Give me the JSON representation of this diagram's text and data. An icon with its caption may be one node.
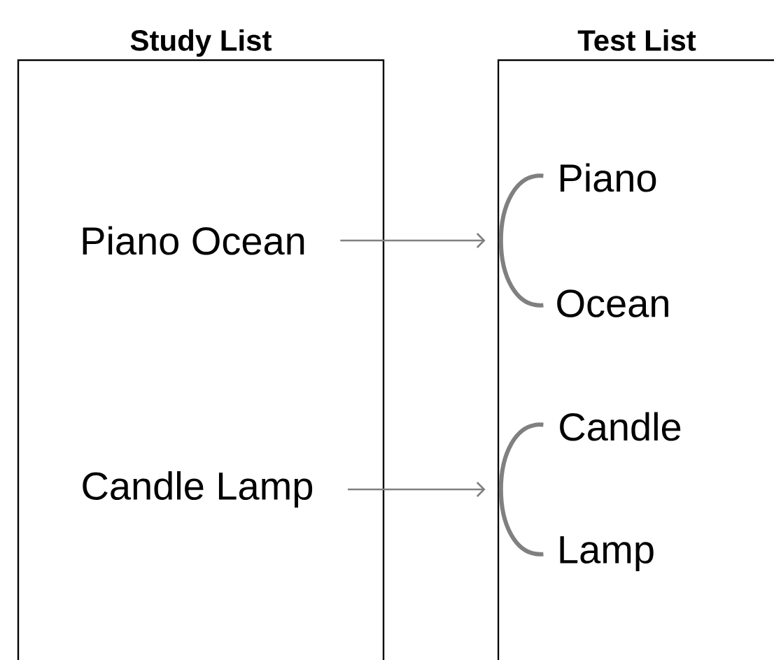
{
  "diagram": {
    "nodes": [
      {
        "text": [
          "Study List"
        ]
      },
      {
        "text": [
          "Piano Ocean"
        ],
        "in": 0
      },
      {
        "text": [
          "Candle Lamp"
        ],
        "in": 0
      },
      {
        "text": [
          "Test List"
        ]
      },
      {
        "text": [],
        "shape": "bracket",
        "in": 3
      },
      {
        "text": [
          "Piano"
        ],
        "in": 3
      },
      {
        "text": [
          "Ocean"
        ],
        "in": 3
      },
      {
        "text": [],
        "shape": "bracket",
        "in": 3
      },
      {
        "text": [
          "Candle"
        ],
        "in": 3
      },
      {
        "text": [
          "Lamp"
        ],
        "in": 3
      }
    ],
    "edges": [
      {
        "from": 1,
        "to": 4,
        "arrow": "to",
        "color": "#808080"
      },
      {
        "from": 2,
        "to": 7,
        "arrow": "to",
        "color": "#808080"
      }
    ]
  }
}
